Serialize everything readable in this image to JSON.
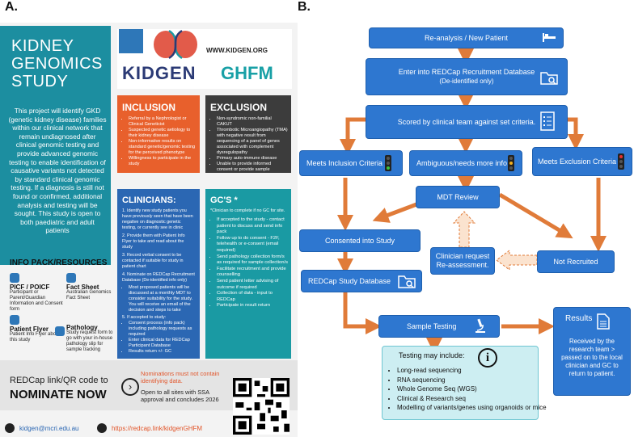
{
  "labels": {
    "a": "A.",
    "b": "B."
  },
  "poster": {
    "title": "KIDNEY GENOMICS STUDY",
    "description": "This project will identify GKD (genetic kidney disease) families within our clinical network that remain undiagnosed after clinical genomic testing and provide advanced genomic testing to enable identification of causative variants not detected by standard clinical genomic testing. If a diagnosis is still not found or confirmed, additional analysis and testing will be sought. This study is open to both paediatric and adult patients",
    "website": "WWW.KIDGEN.ORG",
    "logo_kidgen": "KIDGEN",
    "logo_ghfm": "GHFM",
    "inclusion": {
      "title": "INCLUSION",
      "items": [
        "Referral by a Nephrologist or Clinical Geneticist",
        "Suspected genetic aetiology to their kidney disease",
        "Non-informative results on standard genetic/genomic testing for the perceived phenotype",
        "Willingness to participate in the study"
      ]
    },
    "exclusion": {
      "title": "EXCLUSION",
      "items": [
        "Non-syndromic non-familial CAKUT",
        "Thrombotic Microangiopathy (TMA) with negative result from sequencing of a panel of genes associated with complement dysregulopathy",
        "Primary auto-immune disease",
        "Unable to provide informed consent or provide sample"
      ]
    },
    "clinicians": {
      "title": "CLINICIANS:",
      "paras": [
        "1. Identify new study patients you have previously seen that have been negative on diagnostic genetic testing, or currently see in clinic",
        "2. Provide them with Patient Info Flyer to take and read about the study",
        "3. Record verbal consent to be contacted if suitable for study in patient chart",
        "4. Nominate on REDCap Recruitment Database (De-identified info only)"
      ],
      "bullets": [
        "Most proposed patients will be discussed at a monthly MDT to consider suitability for the study. You will receive an email of the decision and steps to take"
      ],
      "para5": "5. If accepted to study:",
      "bullets2": [
        "Consent process (info pack) including pathology requests as required",
        "Enter clinical data for REDCap Participant Database",
        "Results return +/- GC"
      ]
    },
    "gcs": {
      "title": "GC'S *",
      "note": "*Clinician to complete if no GC for site.",
      "items": [
        "If accepted to the study - contact patient to discuss and send info pack",
        "Follow up to do consent - F2F, telehealth or e-consent (email required)",
        "Send pathology collection form/s as required for sample collection/s",
        "Facilitate recruitment and provide counselling",
        "Send patient letter advising of outcome if required",
        "Collection of data - input to REDCap",
        "Participate in result return"
      ]
    },
    "info_pack": {
      "title": "INFO PACK/RESOURCES",
      "items": [
        {
          "name": "PICF / POICF",
          "desc": "Participant or Parent/Guardian Information and Consent form"
        },
        {
          "name": "Fact Sheet",
          "desc": "Australian Genomics Fact Sheet"
        },
        {
          "name": "Patient Flyer",
          "desc": "Patient Info Flyer about this study"
        },
        {
          "name": "Pathology",
          "desc": "Study request form to go with your in-house pathology slip for sample tracking"
        }
      ]
    },
    "nominate": {
      "small": "REDCap link/QR code to",
      "big": "NOMINATE NOW",
      "arrow": "›",
      "warning": "Nominations must not contain identifying data.",
      "ssa": "Open to all sites with SSA approval and concludes 2026"
    },
    "footer": {
      "email": "kidgen@mcri.edu.au",
      "link": "https://redcap.link/kidgenGHFM"
    }
  },
  "flow": {
    "reanalysis": "Re-analysis / New Patient",
    "redcap_recruit": "Enter into REDCap Recruitment Database",
    "redcap_recruit_sub": "(De-identified only)",
    "scored": "Scored by clinical team against set criteria.",
    "inclusion": "Meets Inclusion Criteria",
    "ambiguous": "Ambiguous/needs more info.",
    "exclusion": "Meets Exclusion Criteria",
    "mdt": "MDT Review",
    "consented": "Consented into Study",
    "reassess": "Clinician request Re-assessment.",
    "not_recruited": "Not Recruited",
    "study_db": "REDCap Study Database",
    "sample_testing": "Sample Testing",
    "results_title": "Results",
    "results_body": "Received by the research team > passed on to the local clinician and GC to return to patient.",
    "testing_title": "Testing may include:",
    "testing_items": [
      "Long-read sequencing",
      "RNA sequencing",
      "Whole Genome Seq (WGS)",
      "Clinical & Research seq",
      "Modelling of variants/genes using organoids or mice"
    ]
  },
  "colors": {
    "teal": "#1c8ea0",
    "orange": "#e8602c",
    "dark": "#3c3c3c",
    "blue": "#2b67b3",
    "teal2": "#1a9aa3",
    "flow_box": "#2e77d0",
    "arrow": "#e07b39",
    "testing_bg": "#cdeef2"
  }
}
